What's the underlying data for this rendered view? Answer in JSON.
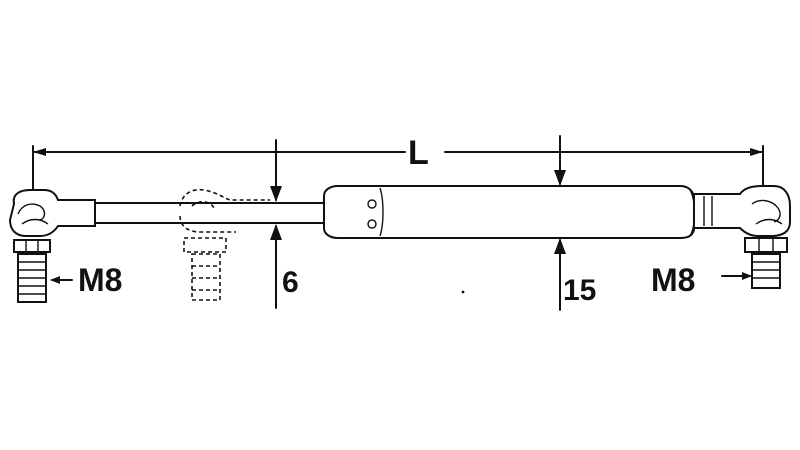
{
  "diagram": {
    "length_label": "L",
    "left_thread_label": "M8",
    "right_thread_label": "M8",
    "rod_diameter_label": "6",
    "cylinder_diameter_label": "15"
  }
}
